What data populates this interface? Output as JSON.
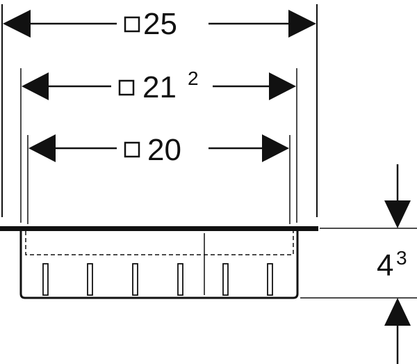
{
  "dimensions": {
    "outer_width": {
      "symbol": "square",
      "value": "25",
      "superscript": ""
    },
    "frame_width": {
      "symbol": "square",
      "value": "21",
      "superscript": "2"
    },
    "inner_width": {
      "symbol": "square",
      "value": "20",
      "superscript": ""
    },
    "height": {
      "value": "4",
      "superscript": "3"
    }
  },
  "colors": {
    "line": "#111111",
    "background": "#ffffff"
  }
}
